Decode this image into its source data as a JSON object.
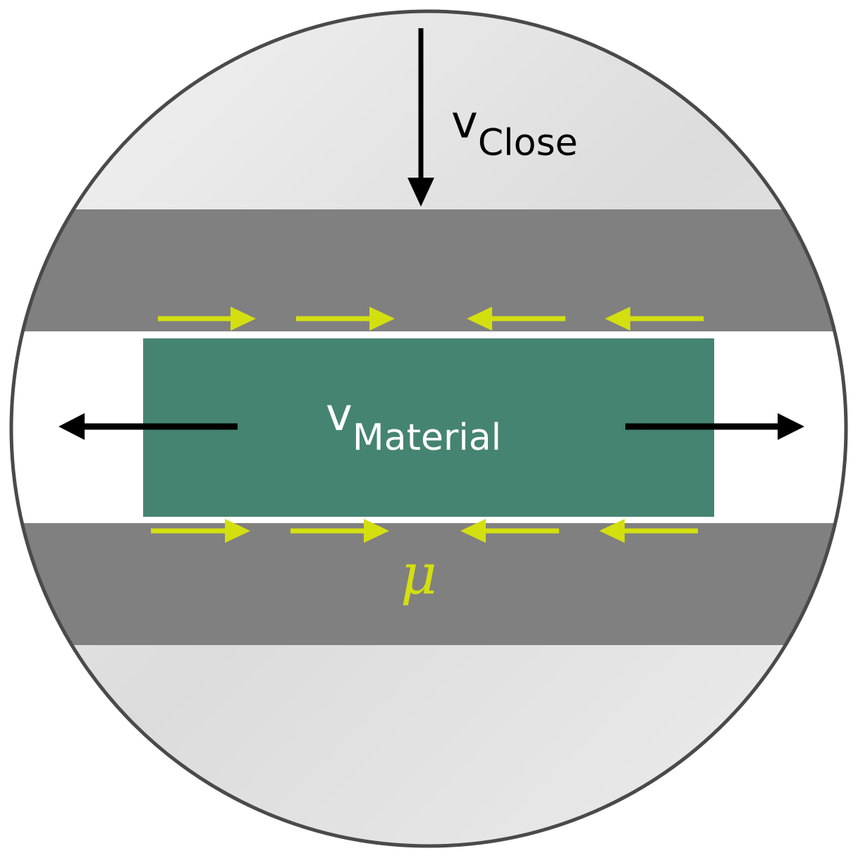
{
  "labels": {
    "v_close_main": "v",
    "v_close_sub": "Close",
    "v_material_main": "v",
    "v_material_sub": "Material",
    "friction": "μ"
  },
  "colors": {
    "plate": "#808080",
    "material": "#458472",
    "friction_arrow": "#d4df10",
    "arrow": "#000000",
    "rim": "#4a4a4a"
  }
}
